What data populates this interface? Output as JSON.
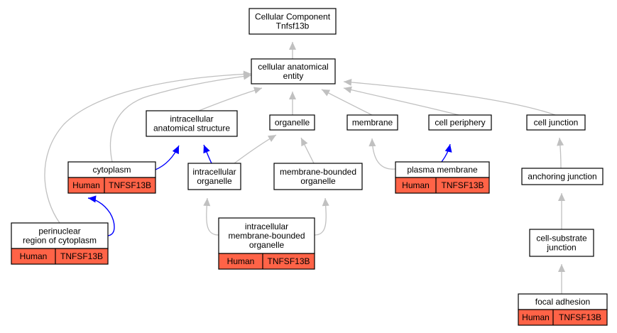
{
  "colors": {
    "is_a_edge": "#c0c0c0",
    "part_of_edge": "#0000ff",
    "annotation_fill": "#ff6347",
    "node_fill": "#ffffff",
    "node_border": "#000000"
  },
  "nodes": {
    "root": {
      "lines": [
        "Cellular Component",
        "Tnfsf13b"
      ]
    },
    "cellular_anatomical": {
      "lines": [
        "cellular anatomical",
        "entity"
      ]
    },
    "intracellular_anat": {
      "lines": [
        "intracellular",
        "anatomical structure"
      ]
    },
    "organelle": {
      "lines": [
        "organelle"
      ]
    },
    "membrane": {
      "lines": [
        "membrane"
      ]
    },
    "cell_periphery": {
      "lines": [
        "cell periphery"
      ]
    },
    "cell_junction": {
      "lines": [
        "cell junction"
      ]
    },
    "cytoplasm": {
      "lines": [
        "cytoplasm"
      ],
      "annotation": [
        "Human",
        "TNFSF13B"
      ]
    },
    "intracellular_org": {
      "lines": [
        "intracellular",
        "organelle"
      ]
    },
    "membrane_bounded": {
      "lines": [
        "membrane-bounded",
        "organelle"
      ]
    },
    "plasma_membrane": {
      "lines": [
        "plasma membrane"
      ],
      "annotation": [
        "Human",
        "TNFSF13B"
      ]
    },
    "anchoring_junction": {
      "lines": [
        "anchoring junction"
      ]
    },
    "perinuclear": {
      "lines": [
        "perinuclear",
        "region of cytoplasm"
      ],
      "annotation": [
        "Human",
        "TNFSF13B"
      ]
    },
    "intracellular_mbo": {
      "lines": [
        "intracellular",
        "membrane-bounded",
        "organelle"
      ],
      "annotation": [
        "Human",
        "TNFSF13B"
      ]
    },
    "cell_substrate": {
      "lines": [
        "cell-substrate",
        "junction"
      ]
    },
    "focal_adhesion": {
      "lines": [
        "focal adhesion"
      ],
      "annotation": [
        "Human",
        "TNFSF13B"
      ]
    }
  },
  "edges": [
    {
      "from": "cellular_anatomical",
      "to": "root",
      "type": "is_a"
    },
    {
      "from": "intracellular_anat",
      "to": "cellular_anatomical",
      "type": "is_a"
    },
    {
      "from": "organelle",
      "to": "cellular_anatomical",
      "type": "is_a"
    },
    {
      "from": "membrane",
      "to": "cellular_anatomical",
      "type": "is_a"
    },
    {
      "from": "cell_periphery",
      "to": "cellular_anatomical",
      "type": "is_a"
    },
    {
      "from": "cell_junction",
      "to": "cellular_anatomical",
      "type": "is_a"
    },
    {
      "from": "cytoplasm",
      "to": "cellular_anatomical",
      "type": "is_a"
    },
    {
      "from": "perinuclear",
      "to": "cellular_anatomical",
      "type": "is_a"
    },
    {
      "from": "cytoplasm",
      "to": "intracellular_anat",
      "type": "part_of"
    },
    {
      "from": "intracellular_org",
      "to": "intracellular_anat",
      "type": "part_of"
    },
    {
      "from": "intracellular_org",
      "to": "organelle",
      "type": "is_a"
    },
    {
      "from": "membrane_bounded",
      "to": "organelle",
      "type": "is_a"
    },
    {
      "from": "plasma_membrane",
      "to": "membrane",
      "type": "is_a"
    },
    {
      "from": "plasma_membrane",
      "to": "cell_periphery",
      "type": "part_of"
    },
    {
      "from": "anchoring_junction",
      "to": "cell_junction",
      "type": "is_a"
    },
    {
      "from": "perinuclear",
      "to": "cytoplasm",
      "type": "part_of"
    },
    {
      "from": "intracellular_mbo",
      "to": "intracellular_org",
      "type": "is_a"
    },
    {
      "from": "intracellular_mbo",
      "to": "membrane_bounded",
      "type": "is_a"
    },
    {
      "from": "cell_substrate",
      "to": "anchoring_junction",
      "type": "is_a"
    },
    {
      "from": "focal_adhesion",
      "to": "cell_substrate",
      "type": "is_a"
    }
  ]
}
